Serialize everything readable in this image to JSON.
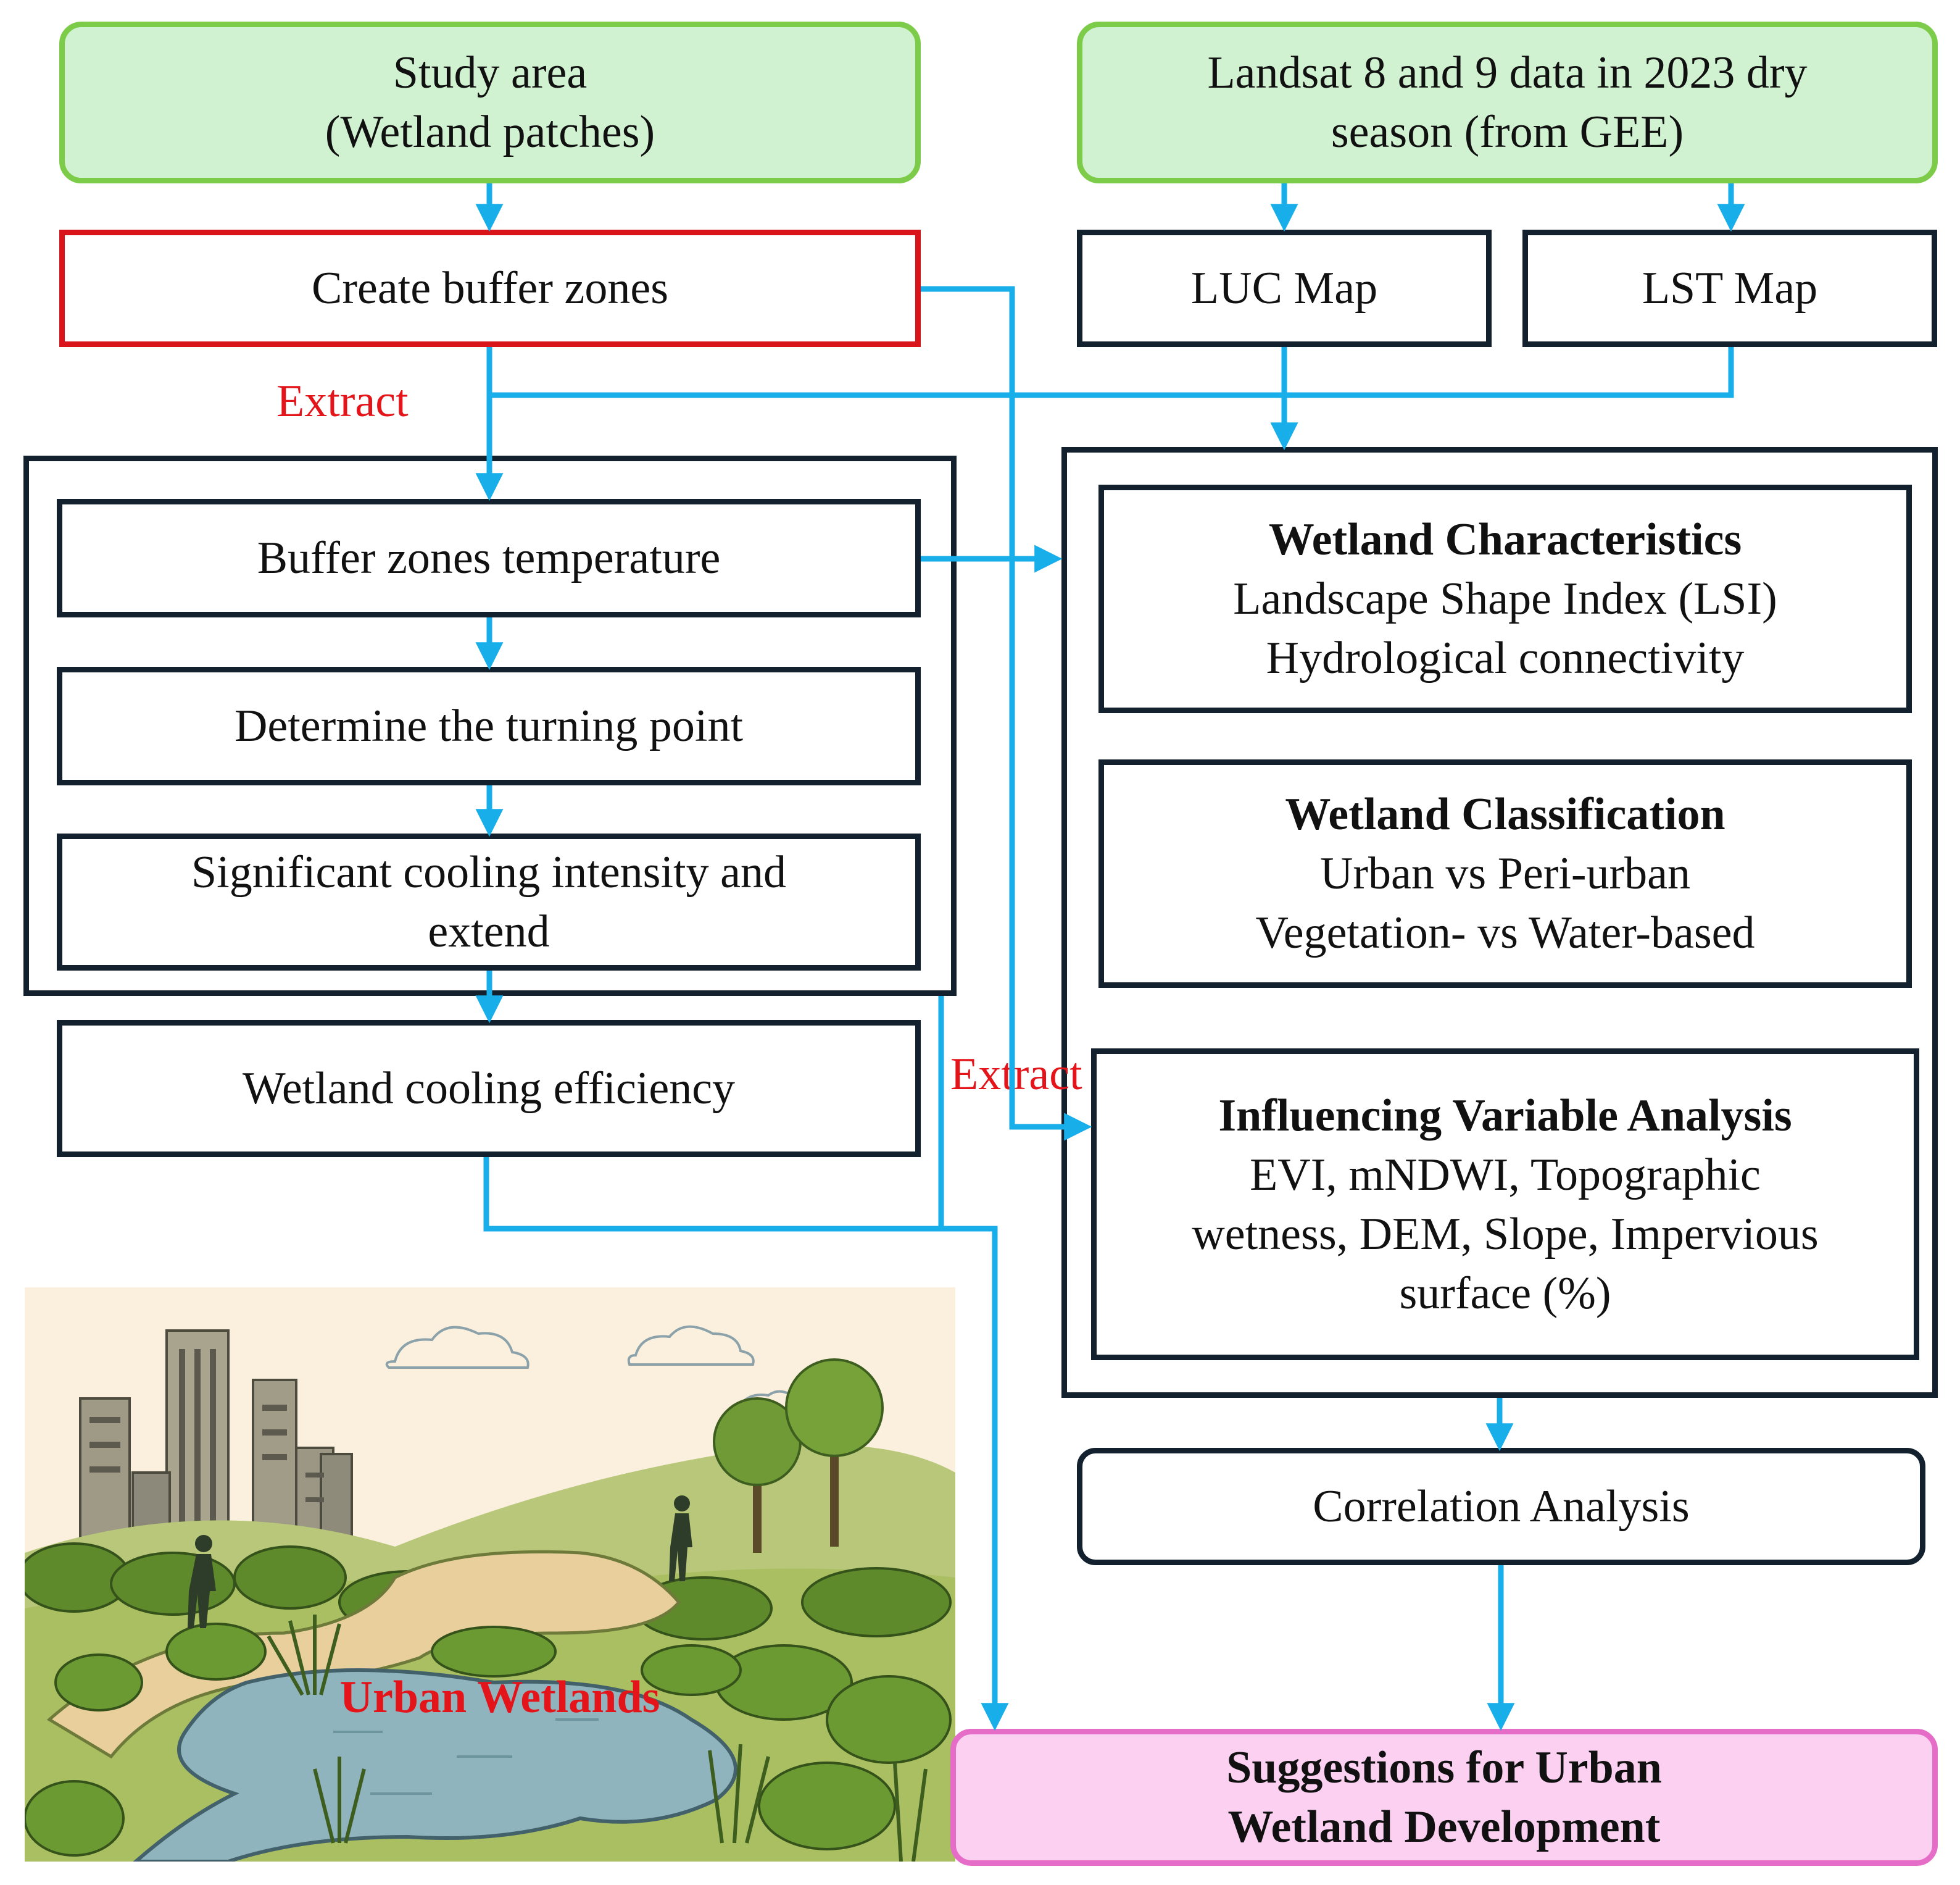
{
  "diagram": {
    "study_area": [
      "Study area",
      "(Wetland patches)"
    ],
    "landsat": [
      "Landsat 8 and 9 data in 2023 dry",
      "season (from GEE)"
    ],
    "buffer": "Create buffer zones",
    "luc": "LUC Map",
    "lst": "LST Map",
    "extract_label": "Extract",
    "buffer_temp": "Buffer zones temperature",
    "turning_point": "Determine the turning point",
    "cooling_intensity": [
      "Significant cooling intensity and",
      "extend"
    ],
    "cooling_efficiency": "Wetland cooling efficiency",
    "characteristics": {
      "title": "Wetland Characteristics",
      "lines": [
        "Landscape Shape Index (LSI)",
        "Hydrological connectivity"
      ]
    },
    "classification": {
      "title": "Wetland Classification",
      "lines": [
        "Urban vs Peri-urban",
        "Vegetation- vs Water-based"
      ]
    },
    "influencing": {
      "title": "Influencing Variable Analysis",
      "lines": [
        "EVI, mNDWI, Topographic",
        "wetness, DEM, Slope, Impervious",
        "surface (%)"
      ]
    },
    "correlation": "Correlation Analysis",
    "suggestions": [
      "Suggestions for Urban",
      "Wetland Development"
    ],
    "illustration_label": "Urban Wetlands"
  },
  "colors": {
    "arrow": "#18aee9",
    "dark_border": "#13202e",
    "red": "#d9141b",
    "green_fill": "#d0f2d1",
    "green_border": "#7ccc4a",
    "pink_fill": "#fcd0f1",
    "pink_border": "#e56cc7"
  }
}
